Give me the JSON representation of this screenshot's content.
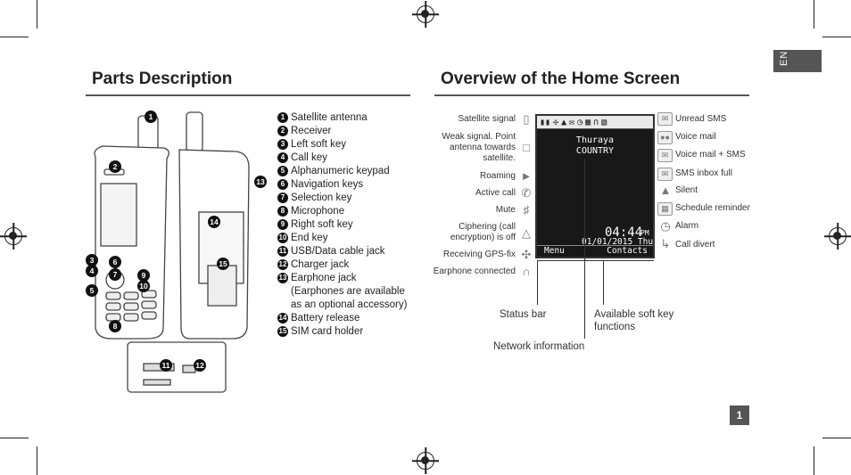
{
  "language_tab": "EN",
  "page_number": "1",
  "left": {
    "title": "Parts Description",
    "parts": [
      {
        "num": "1",
        "label": "Satellite antenna"
      },
      {
        "num": "2",
        "label": "Receiver"
      },
      {
        "num": "3",
        "label": "Left soft key"
      },
      {
        "num": "4",
        "label": "Call key"
      },
      {
        "num": "5",
        "label": "Alphanumeric keypad"
      },
      {
        "num": "6",
        "label": "Navigation keys"
      },
      {
        "num": "7",
        "label": "Selection key"
      },
      {
        "num": "8",
        "label": "Microphone"
      },
      {
        "num": "9",
        "label": "Right soft key"
      },
      {
        "num": "10",
        "label": "End key"
      },
      {
        "num": "11",
        "label": "USB/Data cable jack"
      },
      {
        "num": "12",
        "label": "Charger jack"
      },
      {
        "num": "13",
        "label": "Earphone jack",
        "extra": [
          "(Earphones are available",
          "as an optional accessory)"
        ]
      },
      {
        "num": "14",
        "label": "Battery release"
      },
      {
        "num": "15",
        "label": "SIM card holder"
      }
    ]
  },
  "right": {
    "title": "Overview of the Home Screen",
    "left_labels": {
      "satellite_signal": "Satellite signal",
      "weak_signal": [
        "Weak signal. Point",
        "antenna towards",
        "satellite."
      ],
      "roaming": "Roaming",
      "active_call": "Active call",
      "mute": "Mute",
      "ciphering": [
        "Ciphering (call",
        "encryption) is off"
      ],
      "gps_fix": "Receiving GPS-fix",
      "earphone": "Earphone connected"
    },
    "right_labels": {
      "unread_sms": "Unread SMS",
      "voice_mail": "Voice mail",
      "voice_mail_sms": "Voice mail + SMS",
      "sms_full": "SMS inbox full",
      "silent": "Silent",
      "schedule": "Schedule reminder",
      "alarm": "Alarm",
      "call_divert": "Call divert"
    },
    "screen": {
      "network_line1": "Thuraya",
      "network_line2": "COUNTRY",
      "time": "04:44",
      "ampm": "PM",
      "date": "01/01/2015 Thu",
      "soft_left": "Menu",
      "soft_right": "Contacts"
    },
    "captions": {
      "status_bar": "Status bar",
      "soft_keys": [
        "Available soft key",
        "functions"
      ],
      "network_info": "Network information"
    }
  }
}
